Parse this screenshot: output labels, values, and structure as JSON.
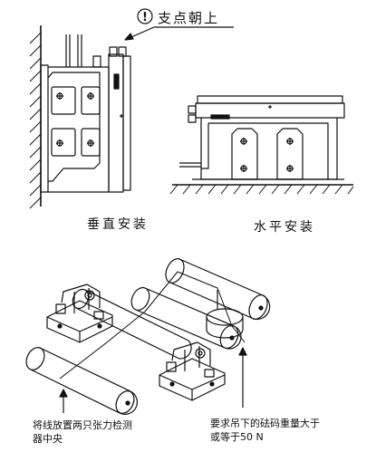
{
  "labels": {
    "warning_symbol": "!",
    "support_up": "支点朝上",
    "vertical_install": "垂直安装",
    "horizontal_install": "水平安装",
    "note_wire": "将线放置两只张力检测器中央",
    "note_weight": "要求吊下的砝码重量大于或等于50 N"
  }
}
